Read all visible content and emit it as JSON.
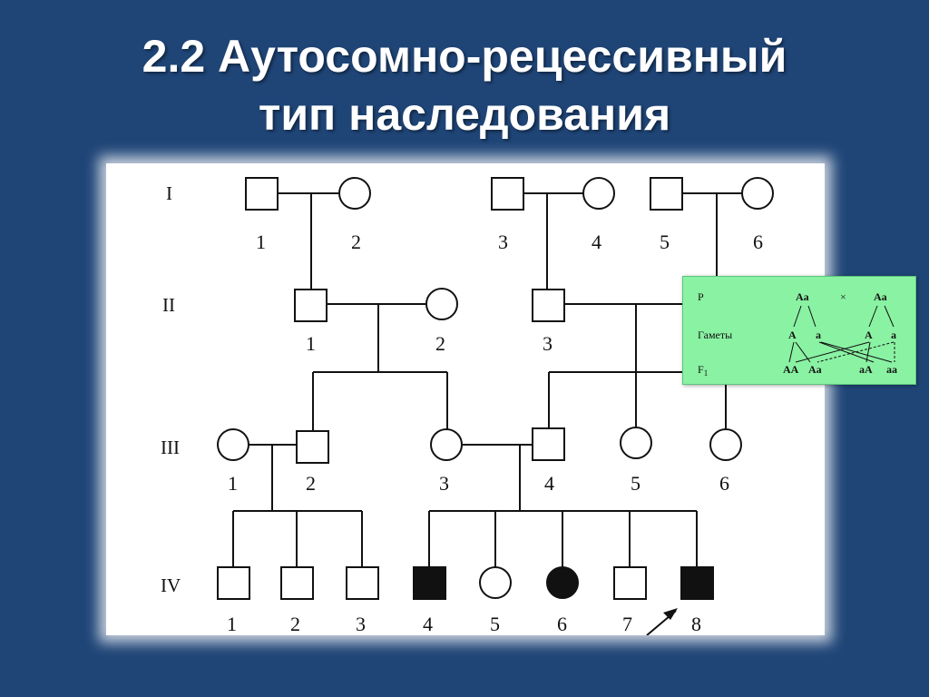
{
  "title": {
    "line1": "2.2 Аутосомно-рецессивный",
    "line2": "тип наследования"
  },
  "generations": [
    "I",
    "II",
    "III",
    "IV"
  ],
  "individuals": {
    "I": [
      "1",
      "2",
      "3",
      "4",
      "5",
      "6"
    ],
    "II": [
      "1",
      "2",
      "3"
    ],
    "III": [
      "1",
      "2",
      "3",
      "4",
      "5",
      "6"
    ],
    "IV": [
      "1",
      "2",
      "3",
      "4",
      "5",
      "6",
      "7",
      "8"
    ]
  },
  "affected": [
    "IV-4",
    "IV-6",
    "IV-8"
  ],
  "proband": "IV-8",
  "cross": {
    "p_label": "P",
    "parent1": "Aa",
    "times": "×",
    "parent2": "Aa",
    "gametes_label": "Гаметы",
    "gametes": [
      "A",
      "a",
      "A",
      "a"
    ],
    "f1_label": "F",
    "f1_sub": "1",
    "offspring": [
      "AA",
      "Aa",
      "aA",
      "aa"
    ]
  },
  "colors": {
    "background": "#1f4577",
    "title_text": "#ffffff",
    "cross_box": "#8af2a3"
  }
}
